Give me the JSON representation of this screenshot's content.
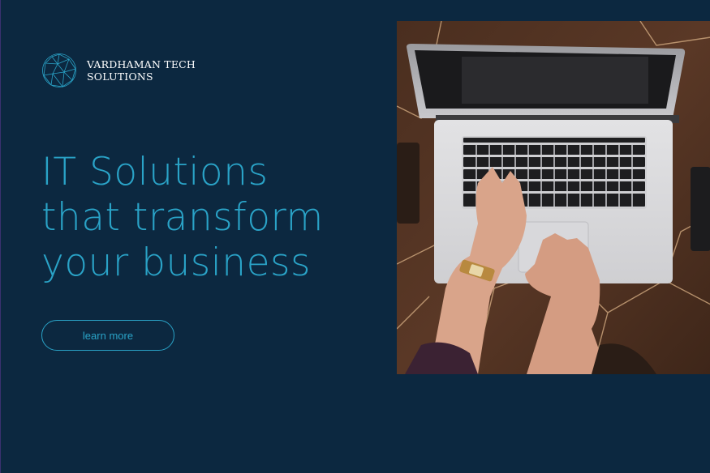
{
  "brand": {
    "name_line1": "VARDHAMAN TECH",
    "name_line2": "SOLUTIONS",
    "logo_icon": "globe-network-icon"
  },
  "hero": {
    "title_line1": "IT Solutions",
    "title_line2": "that transform",
    "title_line3": "your business",
    "cta_label": "learn more",
    "image": "laptop-typing-photo"
  },
  "colors": {
    "background": "#0c2840",
    "accent": "#2aa3c7",
    "text_light": "#ffffff"
  }
}
